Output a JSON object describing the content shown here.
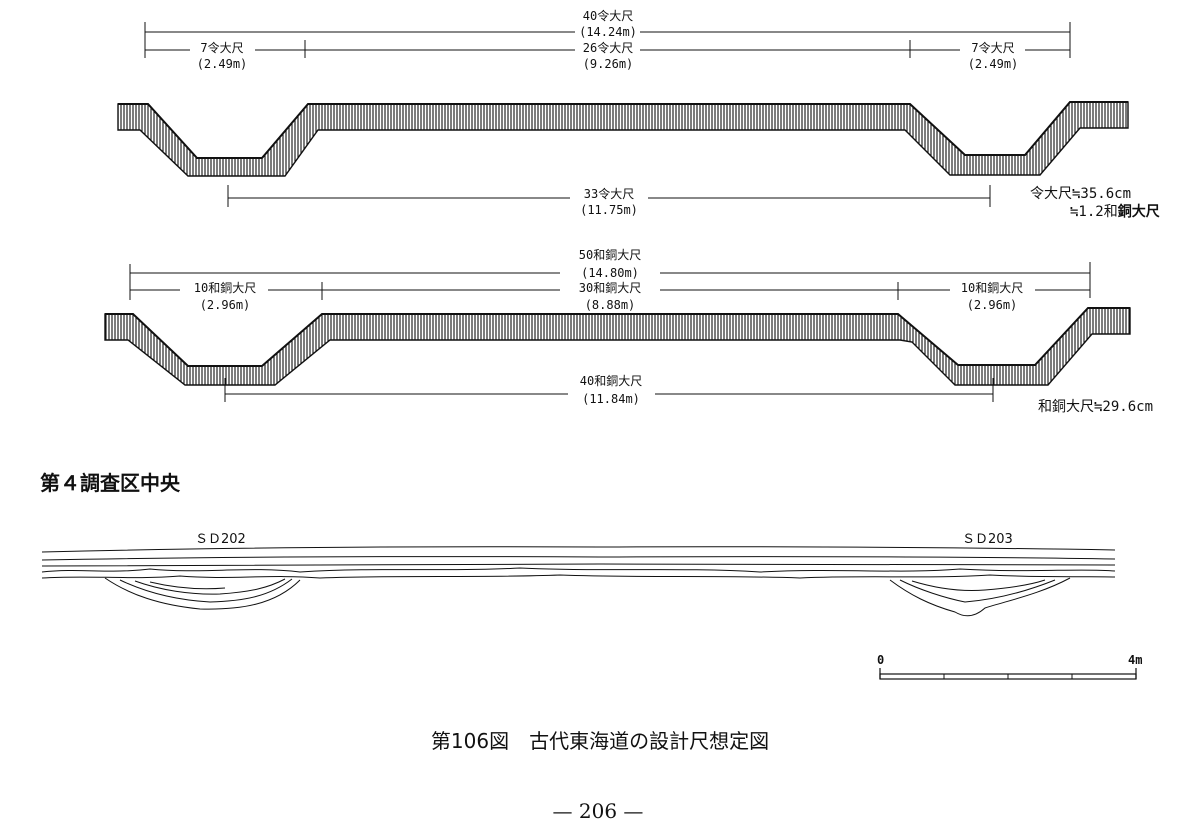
{
  "diagram1": {
    "total": {
      "line1": "40令大尺",
      "line2": "(14.24m)"
    },
    "left": {
      "line1": "7令大尺",
      "line2": "(2.49m)"
    },
    "middle": {
      "line1": "26令大尺",
      "line2": "(9.26m)"
    },
    "right": {
      "line1": "7令大尺",
      "line2": "(2.49m)"
    },
    "bottom": {
      "line1": "33令大尺",
      "line2": "(11.75m)"
    },
    "note1": "令大尺≒35.6cm",
    "note2_prefix": "≒1.2和",
    "note2_bold": "銅大尺"
  },
  "diagram2": {
    "total": {
      "line1": "50和銅大尺",
      "line2": "(14.80m)"
    },
    "left": {
      "line1": "10和銅大尺",
      "line2": "(2.96m)"
    },
    "middle": {
      "line1": "30和銅大尺",
      "line2": "(8.88m)"
    },
    "right": {
      "line1": "10和銅大尺",
      "line2": "(2.96m)"
    },
    "bottom": {
      "line1": "40和銅大尺",
      "line2": "(11.84m)"
    },
    "note": "和銅大尺≒29.6cm"
  },
  "section_heading": "第４調査区中央",
  "section": {
    "left_label": "ＳＤ202",
    "right_label": "ＳＤ203"
  },
  "scale_bar": {
    "start": "0",
    "end": "4m"
  },
  "caption": "第106図　古代東海道の設計尺想定図",
  "page_number": "— 206 —"
}
